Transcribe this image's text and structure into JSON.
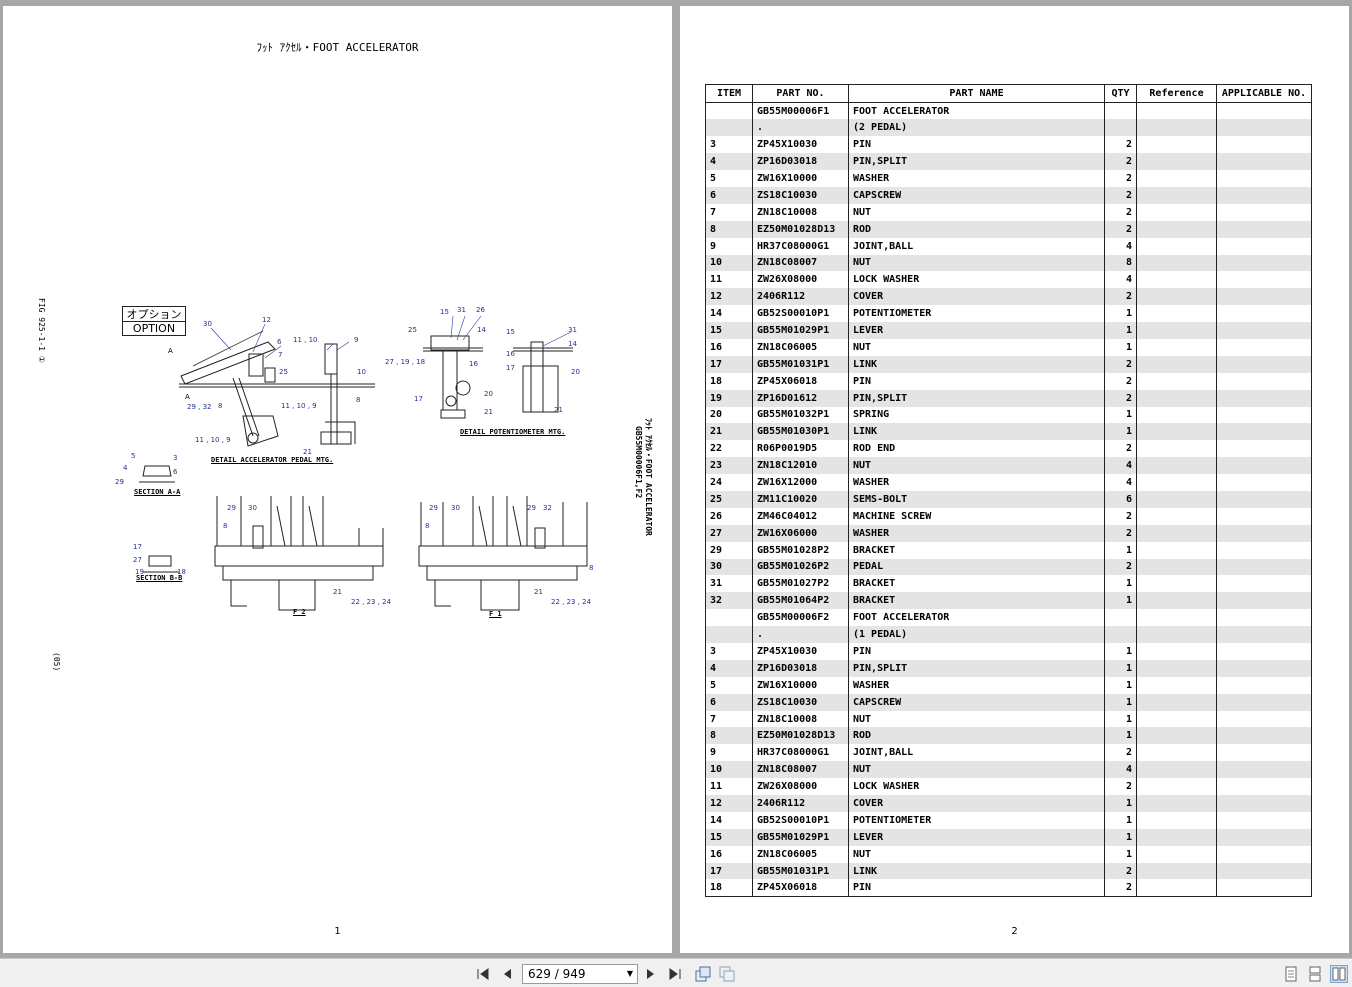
{
  "viewer": {
    "page_indicator": "629 / 949",
    "icons": {
      "first": "first-page-icon",
      "prev": "previous-page-icon",
      "next": "next-page-icon",
      "last": "last-page-icon",
      "fit": "fit-page-icon",
      "actual": "actual-size-icon",
      "single": "single-page-view-icon",
      "continuous": "continuous-view-icon",
      "facing": "facing-pages-view-icon"
    }
  },
  "left_page": {
    "title": "ﾌｯﾄ ｱｸｾﾙ・FOOT ACCELERATOR",
    "fig_label": "FIG 925-1-1 ①",
    "side_code": "(05)",
    "vertical_title": "ﾌｯﾄ ｱｸｾﾙ・FOOT ACCELERATOR",
    "vertical_part_no": "GB55M00006F1,F2",
    "option_jp": "オプション",
    "option_en": "OPTION",
    "captions": {
      "pedal_mtg": "DETAIL ACCELERATOR PEDAL MTG.",
      "pot_mtg": "DETAIL POTENTIOMETER MTG.",
      "section_a": "SECTION A-A",
      "section_b": "SECTION B-B",
      "f2": "F 2",
      "f1": "F 1"
    },
    "page_number": "1"
  },
  "right_page": {
    "page_number": "2",
    "headers": [
      "ITEM",
      "PART NO.",
      "PART NAME",
      "QTY",
      "Reference",
      "APPLICABLE NO."
    ],
    "rows": [
      [
        "",
        "GB55M00006F1",
        "FOOT ACCELERATOR",
        "",
        "",
        ""
      ],
      [
        "",
        ".",
        "(2 PEDAL)",
        "",
        "",
        ""
      ],
      [
        "3",
        "ZP45X10030",
        "PIN",
        "2",
        "",
        ""
      ],
      [
        "4",
        "ZP16D03018",
        "PIN,SPLIT",
        "2",
        "",
        ""
      ],
      [
        "5",
        "ZW16X10000",
        "WASHER",
        "2",
        "",
        ""
      ],
      [
        "6",
        "ZS18C10030",
        "CAPSCREW",
        "2",
        "",
        ""
      ],
      [
        "7",
        "ZN18C10008",
        "NUT",
        "2",
        "",
        ""
      ],
      [
        "8",
        "EZ50M01028D13",
        "ROD",
        "2",
        "",
        ""
      ],
      [
        "9",
        "HR37C08000G1",
        "JOINT,BALL",
        "4",
        "",
        ""
      ],
      [
        "10",
        "ZN18C08007",
        "NUT",
        "8",
        "",
        ""
      ],
      [
        "11",
        "ZW26X08000",
        "LOCK WASHER",
        "4",
        "",
        ""
      ],
      [
        "12",
        "2406R112",
        "COVER",
        "2",
        "",
        ""
      ],
      [
        "14",
        "GB52S00010P1",
        "POTENTIOMETER",
        "1",
        "",
        ""
      ],
      [
        "15",
        "GB55M01029P1",
        "LEVER",
        "1",
        "",
        ""
      ],
      [
        "16",
        "ZN18C06005",
        "NUT",
        "1",
        "",
        ""
      ],
      [
        "17",
        "GB55M01031P1",
        "LINK",
        "2",
        "",
        ""
      ],
      [
        "18",
        "ZP45X06018",
        "PIN",
        "2",
        "",
        ""
      ],
      [
        "19",
        "ZP16D01612",
        "PIN,SPLIT",
        "2",
        "",
        ""
      ],
      [
        "20",
        "GB55M01032P1",
        "SPRING",
        "1",
        "",
        ""
      ],
      [
        "21",
        "GB55M01030P1",
        "LINK",
        "1",
        "",
        ""
      ],
      [
        "22",
        "R06P0019D5",
        "ROD END",
        "2",
        "",
        ""
      ],
      [
        "23",
        "ZN18C12010",
        "NUT",
        "4",
        "",
        ""
      ],
      [
        "24",
        "ZW16X12000",
        "WASHER",
        "4",
        "",
        ""
      ],
      [
        "25",
        "ZM11C10020",
        "SEMS-BOLT",
        "6",
        "",
        ""
      ],
      [
        "26",
        "ZM46C04012",
        "MACHINE SCREW",
        "2",
        "",
        ""
      ],
      [
        "27",
        "ZW16X06000",
        "WASHER",
        "2",
        "",
        ""
      ],
      [
        "29",
        "GB55M01028P2",
        "BRACKET",
        "1",
        "",
        ""
      ],
      [
        "30",
        "GB55M01026P2",
        "PEDAL",
        "2",
        "",
        ""
      ],
      [
        "31",
        "GB55M01027P2",
        "BRACKET",
        "1",
        "",
        ""
      ],
      [
        "32",
        "GB55M01064P2",
        "BRACKET",
        "1",
        "",
        ""
      ],
      [
        "",
        "GB55M00006F2",
        "FOOT ACCELERATOR",
        "",
        "",
        ""
      ],
      [
        "",
        ".",
        "(1 PEDAL)",
        "",
        "",
        ""
      ],
      [
        "3",
        "ZP45X10030",
        "PIN",
        "1",
        "",
        ""
      ],
      [
        "4",
        "ZP16D03018",
        "PIN,SPLIT",
        "1",
        "",
        ""
      ],
      [
        "5",
        "ZW16X10000",
        "WASHER",
        "1",
        "",
        ""
      ],
      [
        "6",
        "ZS18C10030",
        "CAPSCREW",
        "1",
        "",
        ""
      ],
      [
        "7",
        "ZN18C10008",
        "NUT",
        "1",
        "",
        ""
      ],
      [
        "8",
        "EZ50M01028D13",
        "ROD",
        "1",
        "",
        ""
      ],
      [
        "9",
        "HR37C08000G1",
        "JOINT,BALL",
        "2",
        "",
        ""
      ],
      [
        "10",
        "ZN18C08007",
        "NUT",
        "4",
        "",
        ""
      ],
      [
        "11",
        "ZW26X08000",
        "LOCK WASHER",
        "2",
        "",
        ""
      ],
      [
        "12",
        "2406R112",
        "COVER",
        "1",
        "",
        ""
      ],
      [
        "14",
        "GB52S00010P1",
        "POTENTIOMETER",
        "1",
        "",
        ""
      ],
      [
        "15",
        "GB55M01029P1",
        "LEVER",
        "1",
        "",
        ""
      ],
      [
        "16",
        "ZN18C06005",
        "NUT",
        "1",
        "",
        ""
      ],
      [
        "17",
        "GB55M01031P1",
        "LINK",
        "2",
        "",
        ""
      ],
      [
        "18",
        "ZP45X06018",
        "PIN",
        "2",
        "",
        ""
      ]
    ]
  }
}
